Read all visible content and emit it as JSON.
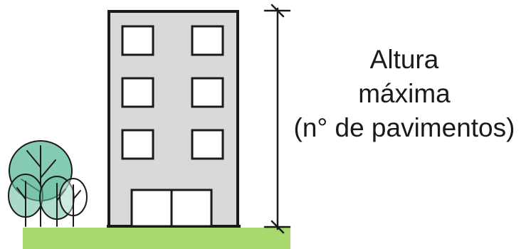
{
  "diagram": {
    "label": {
      "line1": "Altura",
      "line2": "máxima",
      "line3": "(n° de pavimentos)"
    },
    "building": {
      "floors_with_windows": 3,
      "windows_per_floor": 2,
      "color": "#d9d9d9",
      "outline_color": "#1a1a1a"
    },
    "ground": {
      "color": "#a8d86e"
    },
    "trees": {
      "fill_color": "#6fc2a4"
    }
  }
}
